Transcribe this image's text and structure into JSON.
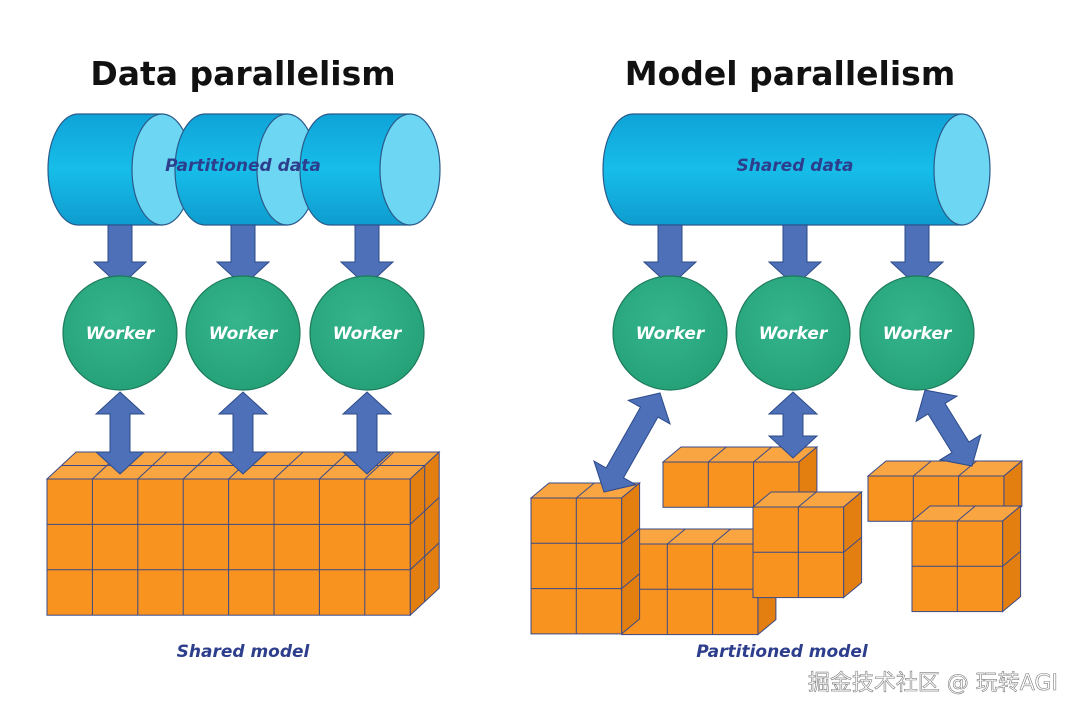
{
  "left_panel": {
    "title": "Data parallelism",
    "data_label": "Partitioned data",
    "workers": [
      "Worker",
      "Worker",
      "Worker"
    ],
    "model_label": "Shared model"
  },
  "right_panel": {
    "title": "Model parallelism",
    "data_label": "Shared data",
    "workers": [
      "Worker",
      "Worker",
      "Worker"
    ],
    "model_label": "Partitioned model"
  },
  "watermark": "掘金技术社区 @ 玩转AGI",
  "colors": {
    "cylinder": "#13b4e4",
    "cylinder_end": "#6dd6f2",
    "worker": "#2aa87e",
    "cube": "#f7931e",
    "arrow": "#4d70b8",
    "label": "#2d3e8c"
  }
}
